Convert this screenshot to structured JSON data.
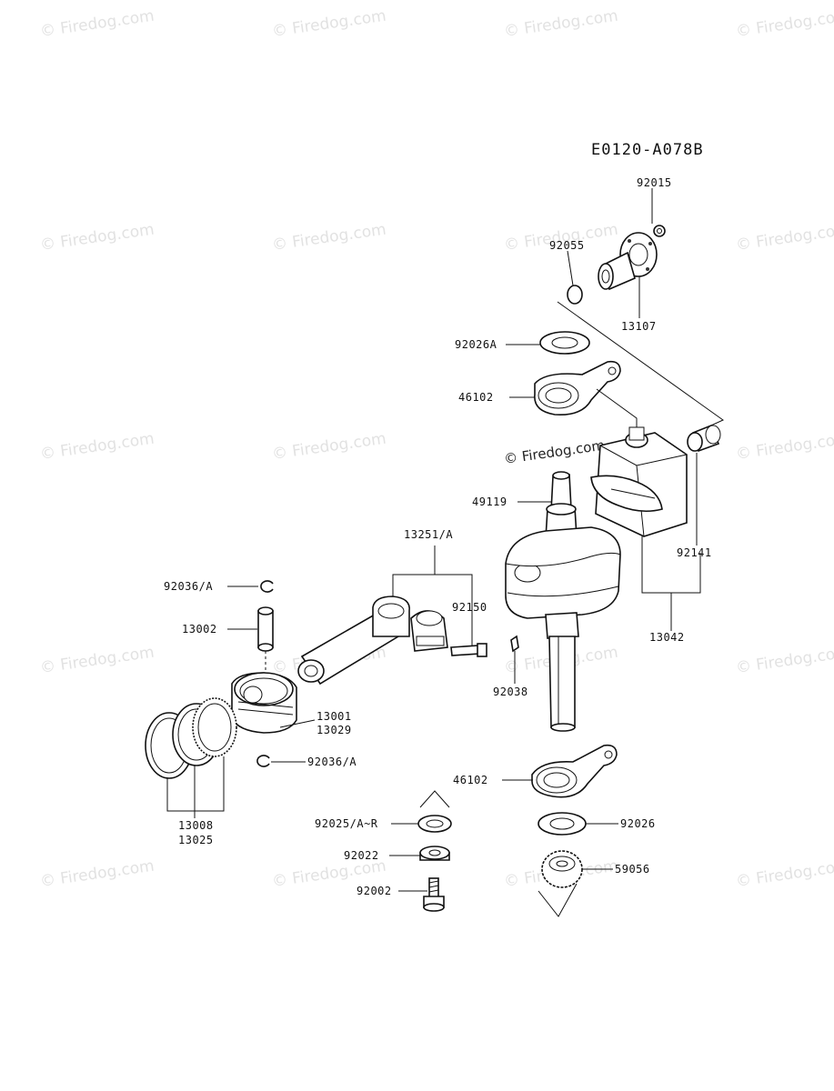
{
  "diagram_code": "E0120-A078B",
  "watermark": "© Firedog.com",
  "labels": {
    "p92015": "92015",
    "p92055": "92055",
    "p13107": "13107",
    "p92026A": "92026A",
    "p46102_top": "46102",
    "p49119": "49119",
    "p13251A": "13251/A",
    "p92036A_top": "92036/A",
    "p92150": "92150",
    "p13002": "13002",
    "p92141": "92141",
    "p13042": "13042",
    "p92038": "92038",
    "p13001": "13001",
    "p13029": "13029",
    "p92036A_bottom": "92036/A",
    "p46102_bottom": "46102",
    "p13008": "13008",
    "p13025": "13025",
    "p92025": "92025/A~R",
    "p92026": "92026",
    "p92022": "92022",
    "p59056": "59056",
    "p92002": "92002"
  }
}
